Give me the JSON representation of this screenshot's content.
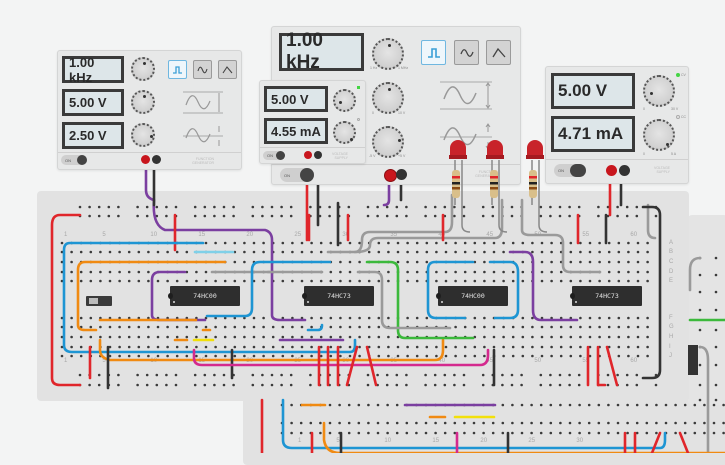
{
  "app": "Breadboard circuit simulator",
  "function_generator_1": {
    "frequency": "1.00 kHz",
    "amplitude": "5.00 V",
    "offset": "2.50 V",
    "waveforms": [
      "square-wave",
      "sine-wave",
      "triangle-wave"
    ],
    "selected_waveform": "square-wave",
    "power": "ON",
    "footer_label": "FUNCTION GENERATOR"
  },
  "function_generator_2": {
    "frequency": "1.00 kHz",
    "freq_min": "1 Hz",
    "freq_max": "1 MHz",
    "amp_min": "0",
    "amp_max": "10 V",
    "offset_min": "-5 V",
    "offset_max": "+5 V",
    "waveforms": [
      "square-wave",
      "sine-wave",
      "triangle-wave"
    ],
    "selected_waveform": "square-wave",
    "power": "ON",
    "footer_label": "FUNCTION GENERATOR"
  },
  "power_supply_1": {
    "voltage": "5.00 V",
    "current": "4.55 mA",
    "cv": "CV",
    "cc": "CC",
    "v_min": "0",
    "v_max": "30 V",
    "i_min": "0",
    "i_max": "5 A",
    "power": "ON",
    "footer_label": "VOLTAGE SUPPLY"
  },
  "power_supply_2": {
    "voltage": "5.00 V",
    "current": "4.71 mA",
    "cv": "CV",
    "cc": "CC",
    "v_min": "0",
    "v_max": "30 V",
    "i_min": "0",
    "i_max": "5 A",
    "power": "ON",
    "footer_label": "VOLTAGE SUPPLY"
  },
  "chips": [
    {
      "label": "74HC00"
    },
    {
      "label": "74HC73"
    },
    {
      "label": "74HC00"
    },
    {
      "label": "74HC73"
    }
  ],
  "breadboard": {
    "column_labels_top": [
      "1",
      "5",
      "10",
      "15",
      "20",
      "25",
      "30",
      "35",
      "40",
      "45",
      "50",
      "55",
      "60"
    ],
    "row_labels_top": [
      "A",
      "B",
      "C",
      "D",
      "E"
    ],
    "row_labels_bottom": [
      "F",
      "G",
      "H",
      "I",
      "J"
    ],
    "rail_minus": "−",
    "rail_plus": "+"
  },
  "breadboard_2": {
    "column_labels": [
      "1",
      "5",
      "10",
      "15",
      "20",
      "25",
      "30"
    ]
  },
  "leds": [
    {
      "color": "red"
    },
    {
      "color": "red"
    },
    {
      "color": "red"
    }
  ],
  "colors": {
    "wire_red": "#e0262b",
    "wire_black": "#333333",
    "wire_blue": "#1e95d3",
    "wire_orange": "#f08a12",
    "wire_purple": "#7b3fa0",
    "wire_green": "#3cb93c",
    "wire_gray": "#9a9a9a",
    "wire_magenta": "#d42a8e",
    "wire_yellow": "#f2e00a",
    "wire_lightblue": "#7fd0e8",
    "selected_wave_button": "#6fb7e0",
    "cv_indicator": "#44d544"
  }
}
